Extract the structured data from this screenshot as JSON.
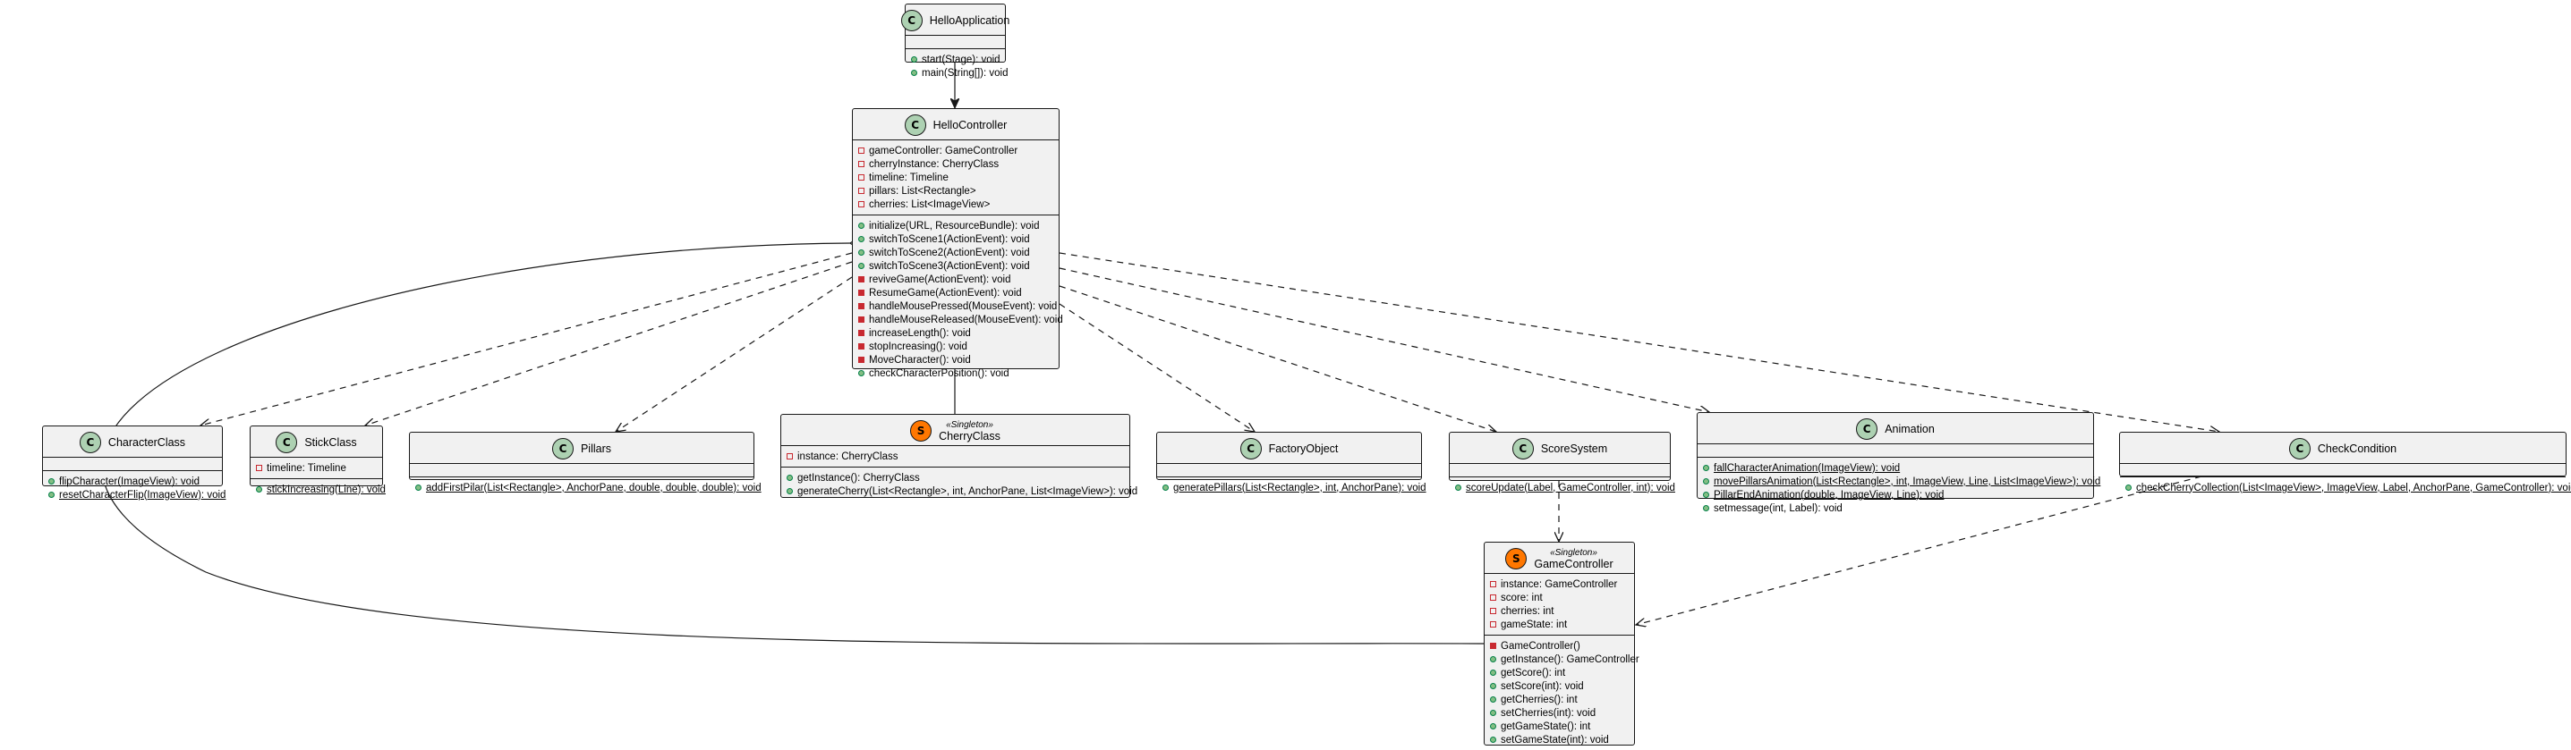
{
  "classes": {
    "hello_application": {
      "name": "HelloApplication",
      "fields": [],
      "methods": [
        {
          "text": "start(Stage): void",
          "vis": "pub",
          "static": false
        },
        {
          "text": "main(String[]): void",
          "vis": "pub",
          "static": false
        }
      ]
    },
    "hello_controller": {
      "name": "HelloController",
      "fields": [
        {
          "text": "gameController: GameController",
          "vis": "priv"
        },
        {
          "text": "cherryInstance: CherryClass",
          "vis": "priv"
        },
        {
          "text": "timeline: Timeline",
          "vis": "priv"
        },
        {
          "text": "pillars: List<Rectangle>",
          "vis": "priv"
        },
        {
          "text": "cherries: List<ImageView>",
          "vis": "priv"
        }
      ],
      "methods": [
        {
          "text": "initialize(URL, ResourceBundle): void",
          "vis": "pub",
          "static": false
        },
        {
          "text": "switchToScene1(ActionEvent): void",
          "vis": "pub",
          "static": false
        },
        {
          "text": "switchToScene2(ActionEvent): void",
          "vis": "pub",
          "static": false
        },
        {
          "text": "switchToScene3(ActionEvent): void",
          "vis": "pub",
          "static": false
        },
        {
          "text": "reviveGame(ActionEvent): void",
          "vis": "privm",
          "static": false
        },
        {
          "text": "ResumeGame(ActionEvent): void",
          "vis": "privm",
          "static": false
        },
        {
          "text": "handleMousePressed(MouseEvent): void",
          "vis": "privm",
          "static": false
        },
        {
          "text": "handleMouseReleased(MouseEvent): void",
          "vis": "privm",
          "static": false
        },
        {
          "text": "increaseLength(): void",
          "vis": "privm",
          "static": false
        },
        {
          "text": "stopIncreasing(): void",
          "vis": "privm",
          "static": false
        },
        {
          "text": "MoveCharacter(): void",
          "vis": "privm",
          "static": false
        },
        {
          "text": "checkCharacterPosition(): void",
          "vis": "pub",
          "static": false
        }
      ]
    },
    "character_class": {
      "name": "CharacterClass",
      "fields": [],
      "methods": [
        {
          "text": "flipCharacter(ImageView): void",
          "vis": "pub",
          "static": true
        },
        {
          "text": "resetCharacterFlip(ImageView): void",
          "vis": "pub",
          "static": true
        }
      ]
    },
    "stick_class": {
      "name": "StickClass",
      "fields": [
        {
          "text": "timeline: Timeline",
          "vis": "priv"
        }
      ],
      "methods": [
        {
          "text": "stickIncreasing(Line): void",
          "vis": "pub",
          "static": true
        }
      ]
    },
    "pillars": {
      "name": "Pillars",
      "fields": [],
      "methods": [
        {
          "text": "addFirstPilar(List<Rectangle>, AnchorPane, double, double, double): void",
          "vis": "pub",
          "static": true
        }
      ]
    },
    "cherry_class": {
      "name": "CherryClass",
      "stereotype": "«Singleton»",
      "fields": [
        {
          "text": "instance: CherryClass",
          "vis": "priv"
        }
      ],
      "methods": [
        {
          "text": "getInstance(): CherryClass",
          "vis": "pub",
          "static": false
        },
        {
          "text": "generateCherry(List<Rectangle>, int, AnchorPane, List<ImageView>): void",
          "vis": "pub",
          "static": false
        }
      ]
    },
    "factory_object": {
      "name": "FactoryObject",
      "fields": [],
      "methods": [
        {
          "text": "generatePillars(List<Rectangle>, int, AnchorPane): void",
          "vis": "pub",
          "static": true
        }
      ]
    },
    "score_system": {
      "name": "ScoreSystem",
      "fields": [],
      "methods": [
        {
          "text": "scoreUpdate(Label, GameController, int): void",
          "vis": "pub",
          "static": true
        }
      ]
    },
    "animation": {
      "name": "Animation",
      "fields": [],
      "methods": [
        {
          "text": "fallCharacterAnimation(ImageView): void",
          "vis": "pub",
          "static": true
        },
        {
          "text": "movePillarsAnimation(List<Rectangle>, int, ImageView, Line, List<ImageView>): void",
          "vis": "pub",
          "static": true
        },
        {
          "text": "PillarEndAnimation(double, ImageView, Line): void",
          "vis": "pub",
          "static": true
        },
        {
          "text": "setmessage(int, Label): void",
          "vis": "pub",
          "static": false
        }
      ]
    },
    "check_condition": {
      "name": "CheckCondition",
      "fields": [],
      "methods": [
        {
          "text": "checkCherryCollection(List<ImageView>, ImageView, Label, AnchorPane, GameController): void",
          "vis": "pub",
          "static": true
        }
      ]
    },
    "game_controller": {
      "name": "GameController",
      "stereotype": "«Singleton»",
      "fields": [
        {
          "text": "instance: GameController",
          "vis": "priv"
        },
        {
          "text": "score: int",
          "vis": "priv"
        },
        {
          "text": "cherries: int",
          "vis": "priv"
        },
        {
          "text": "gameState: int",
          "vis": "priv"
        }
      ],
      "methods": [
        {
          "text": "GameController()",
          "vis": "privm",
          "static": false
        },
        {
          "text": "getInstance(): GameController",
          "vis": "pub",
          "static": false
        },
        {
          "text": "getScore(): int",
          "vis": "pub",
          "static": false
        },
        {
          "text": "setScore(int): void",
          "vis": "pub",
          "static": false
        },
        {
          "text": "getCherries(): int",
          "vis": "pub",
          "static": false
        },
        {
          "text": "setCherries(int): void",
          "vis": "pub",
          "static": false
        },
        {
          "text": "getGameState(): int",
          "vis": "pub",
          "static": false
        },
        {
          "text": "setGameState(int): void",
          "vis": "pub",
          "static": false
        }
      ]
    }
  },
  "colors": {
    "class_badge": "#add1b2",
    "singleton_badge": "#ff7700",
    "box_fill": "#f1f1f1",
    "line": "#181818"
  }
}
